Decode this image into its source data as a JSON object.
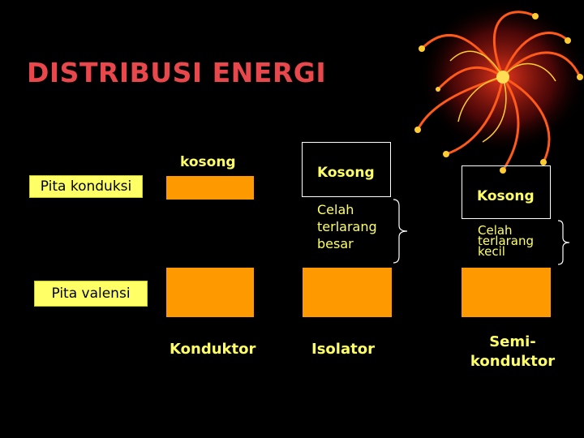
{
  "title": "DISTRIBUSI  ENERGI",
  "labels": {
    "conduction_band": "Pita konduksi",
    "valence_band": "Pita valensi"
  },
  "conductor": {
    "empty_label": "kosong",
    "caption": "Konduktor"
  },
  "insulator": {
    "empty_label": "Kosong",
    "gap_lines": [
      "Celah",
      "terlarang",
      "besar"
    ],
    "caption": "Isolator"
  },
  "semiconductor": {
    "empty_label": "Kosong",
    "gap_lines": [
      "Celah",
      "terlarang",
      "kecil"
    ],
    "caption_lines": [
      "Semi-",
      "konduktor"
    ]
  },
  "colors": {
    "background": "#000000",
    "title": "#e8474b",
    "band_fill": "#ff9900",
    "label_bg": "#ffff66",
    "text": "#ffff66"
  }
}
